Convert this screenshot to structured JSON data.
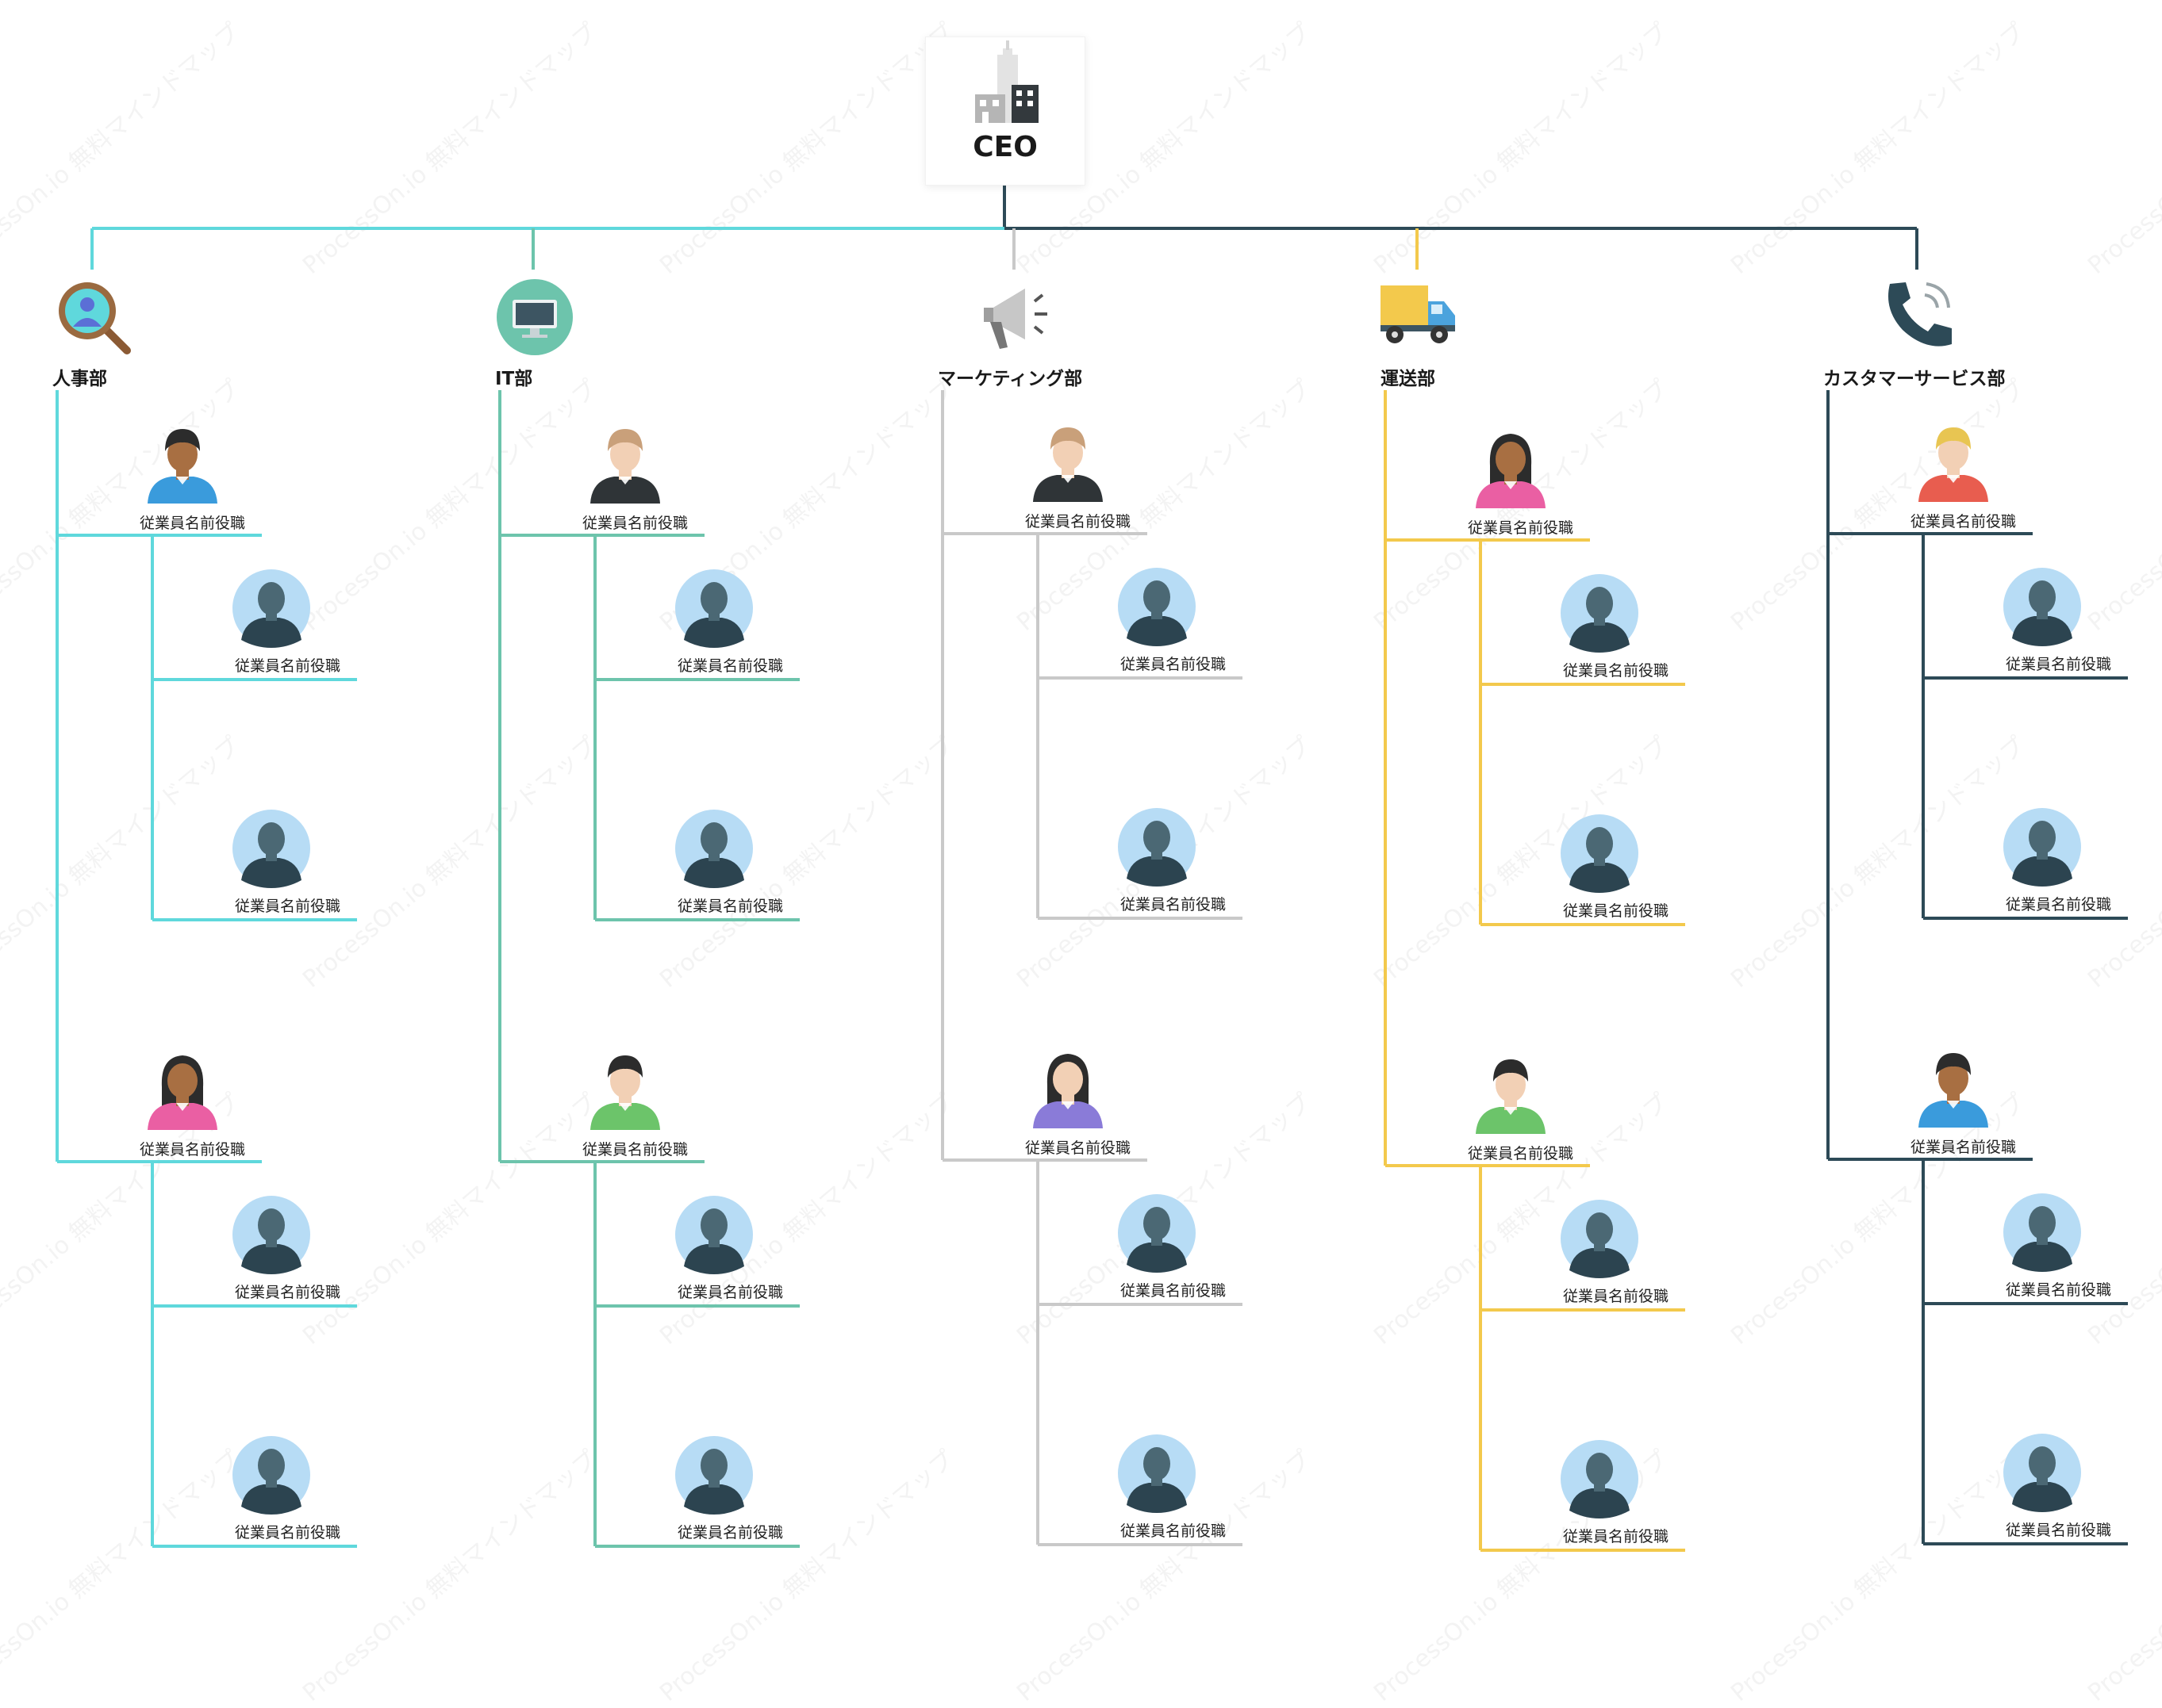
{
  "ceo": {
    "label": "CEO"
  },
  "watermark": "ProcessOn.io 無料マインドマップ",
  "colors": {
    "hr": "#5fd8dc",
    "it": "#6dc4ac",
    "marketing": "#c9c9c9",
    "logistics": "#f3c94c",
    "support": "#2d4a57",
    "ceo_line": "#2d4a57"
  },
  "departments": [
    {
      "key": "hr",
      "label": "人事部",
      "icon": "magnifier-person-icon",
      "color": "#5fd8dc",
      "managers": [
        {
          "label": "従業員名前役職",
          "avatar": "man-dark-blue-shirt-icon",
          "staff": [
            {
              "label": "従業員名前役職"
            },
            {
              "label": "従業員名前役職"
            }
          ]
        },
        {
          "label": "従業員名前役職",
          "avatar": "woman-dark-pink-shirt-icon",
          "staff": [
            {
              "label": "従業員名前役職"
            },
            {
              "label": "従業員名前役職"
            }
          ]
        }
      ]
    },
    {
      "key": "it",
      "label": "IT部",
      "icon": "monitor-icon",
      "color": "#6dc4ac",
      "managers": [
        {
          "label": "従業員名前役職",
          "avatar": "man-light-black-shirt-icon",
          "staff": [
            {
              "label": "従業員名前役職"
            },
            {
              "label": "従業員名前役職"
            }
          ]
        },
        {
          "label": "従業員名前役職",
          "avatar": "man-light-green-shirt-icon",
          "staff": [
            {
              "label": "従業員名前役職"
            },
            {
              "label": "従業員名前役職"
            }
          ]
        }
      ]
    },
    {
      "key": "marketing",
      "label": "マーケティング部",
      "icon": "megaphone-icon",
      "color": "#c9c9c9",
      "managers": [
        {
          "label": "従業員名前役職",
          "avatar": "man-light-black-shirt-icon",
          "staff": [
            {
              "label": "従業員名前役職"
            },
            {
              "label": "従業員名前役職"
            }
          ]
        },
        {
          "label": "従業員名前役職",
          "avatar": "woman-light-purple-shirt-icon",
          "staff": [
            {
              "label": "従業員名前役職"
            },
            {
              "label": "従業員名前役職"
            }
          ]
        }
      ]
    },
    {
      "key": "logistics",
      "label": "運送部",
      "icon": "delivery-truck-icon",
      "color": "#f3c94c",
      "managers": [
        {
          "label": "従業員名前役職",
          "avatar": "woman-dark-pink-shirt-icon",
          "staff": [
            {
              "label": "従業員名前役職"
            },
            {
              "label": "従業員名前役職"
            }
          ]
        },
        {
          "label": "従業員名前役職",
          "avatar": "man-light-green-shirt-icon",
          "staff": [
            {
              "label": "従業員名前役職"
            },
            {
              "label": "従業員名前役職"
            }
          ]
        }
      ]
    },
    {
      "key": "support",
      "label": "カスタマーサービス部",
      "icon": "phone-icon",
      "color": "#2d4a57",
      "managers": [
        {
          "label": "従業員名前役職",
          "avatar": "man-blonde-red-shirt-icon",
          "staff": [
            {
              "label": "従業員名前役職"
            },
            {
              "label": "従業員名前役職"
            }
          ]
        },
        {
          "label": "従業員名前役職",
          "avatar": "man-dark-blue-shirt-icon",
          "staff": [
            {
              "label": "従業員名前役職"
            },
            {
              "label": "従業員名前役職"
            }
          ]
        }
      ]
    }
  ]
}
